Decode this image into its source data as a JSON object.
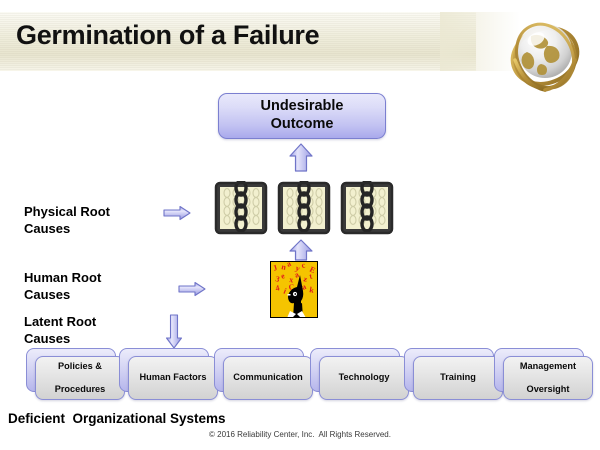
{
  "slide": {
    "title": "Germination of a Failure",
    "footer_note": "Deficient  Organizational Systems",
    "copyright": "© 2016 Reliability Center, Inc.  All Rights Reserved.",
    "background_color": "#ffffff",
    "header_band_color": "#eeecda"
  },
  "logo": {
    "name": "crystal-globe-logo",
    "description": "Glass globe with gold bands"
  },
  "outcome": {
    "label": "Undesirable\nOutcome",
    "line1": "Undesirable",
    "line2": "Outcome",
    "fill_color": "#c3c3f2",
    "border_color": "#7b7fd0"
  },
  "rows": [
    {
      "key": "physical",
      "label": "Physical Root\nCauses",
      "arrow": "arrow-right-icon"
    },
    {
      "key": "human",
      "label": "Human Root\nCauses",
      "arrow": "arrow-right-icon"
    },
    {
      "key": "latent",
      "label": "Latent Root\nCauses",
      "arrow": "arrow-down-icon"
    }
  ],
  "chain_images": [
    {
      "alt": "chain-link-image-1"
    },
    {
      "alt": "chain-link-image-2"
    },
    {
      "alt": "chain-link-image-3"
    }
  ],
  "human_image": {
    "alt": "thinking-person-with-letters-image",
    "background_color": "#f5c400",
    "letters_color": "#e01b1b"
  },
  "systems": [
    {
      "line1": "Policies &",
      "line2": "Procedures",
      "label": "Policies & Procedures"
    },
    {
      "line1": "Human Factors",
      "line2": "",
      "label": "Human Factors"
    },
    {
      "line1": "Communication",
      "line2": "",
      "label": "Communication"
    },
    {
      "line1": "Technology",
      "line2": "",
      "label": "Technology"
    },
    {
      "line1": "Training",
      "line2": "",
      "label": "Training"
    },
    {
      "line1": "Management",
      "line2": "Oversight",
      "label": "Management Oversight"
    }
  ],
  "arrows": {
    "up_color": "#b9b9ef",
    "up_border": "#6f74c8"
  }
}
